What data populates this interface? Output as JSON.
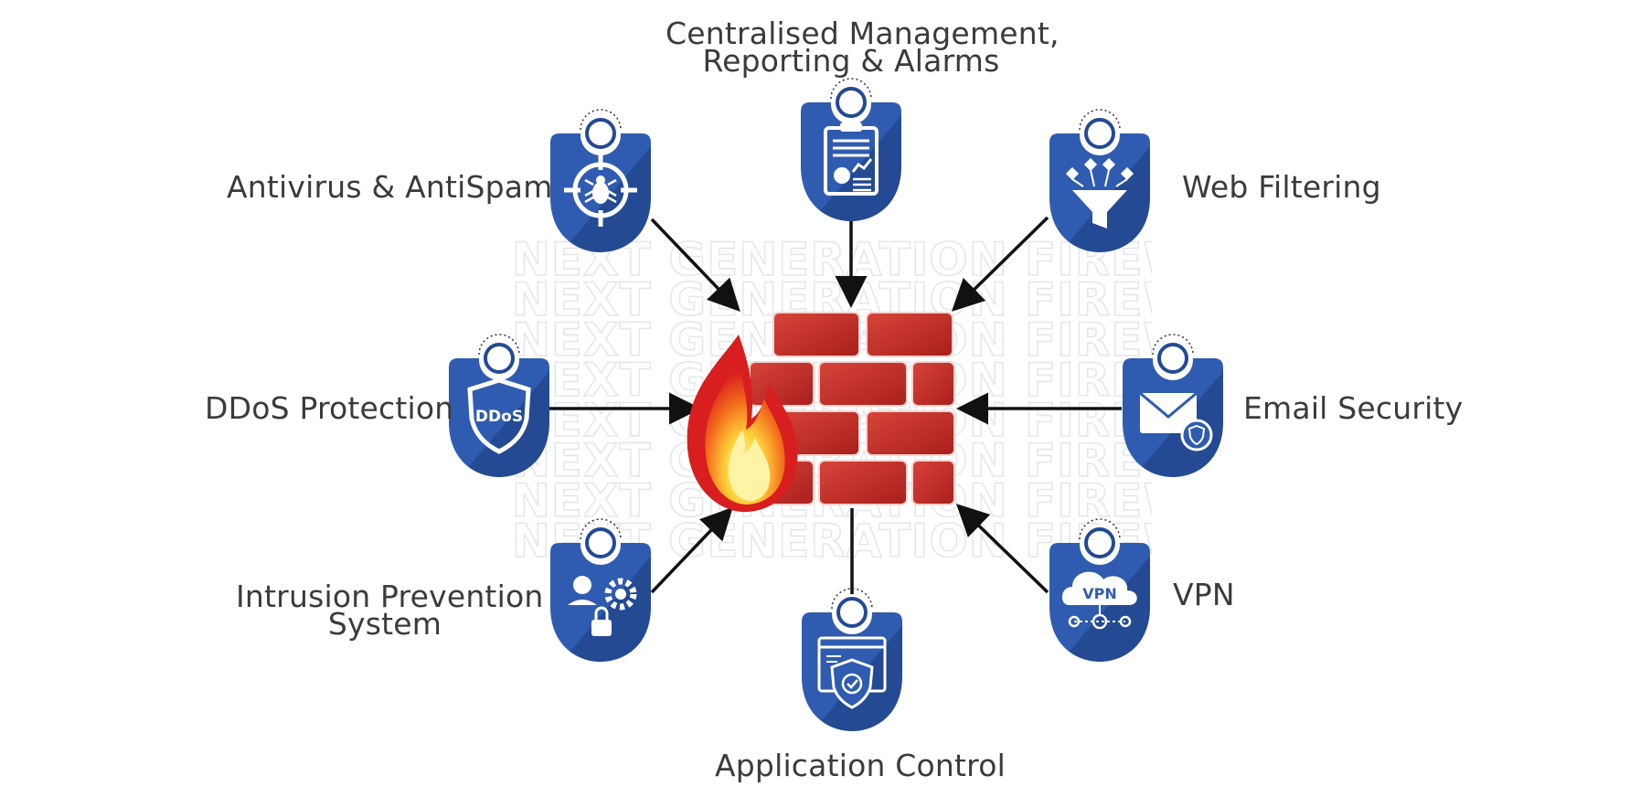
{
  "watermark": {
    "text": "NEXT GENERATION FIREWALL",
    "repeat": 8
  },
  "center": {
    "icon": "firewall-brick-wall-with-flame-icon"
  },
  "features": [
    {
      "id": "centralised-management",
      "label_lines": [
        "Centralised Management,",
        "Reporting & Alarms"
      ],
      "icon": "clipboard-report-icon"
    },
    {
      "id": "antivirus-antispam",
      "label_lines": [
        "Antivirus & AntiSpam"
      ],
      "icon": "bug-target-icon"
    },
    {
      "id": "web-filtering",
      "label_lines": [
        "Web Filtering"
      ],
      "icon": "funnel-filter-icon"
    },
    {
      "id": "ddos-protection",
      "label_lines": [
        "DDoS Protection"
      ],
      "icon": "ddos-shield-icon",
      "icon_text": "DDoS"
    },
    {
      "id": "email-security",
      "label_lines": [
        "Email Security"
      ],
      "icon": "envelope-shield-icon"
    },
    {
      "id": "intrusion-prevention",
      "label_lines": [
        "Intrusion Prevention",
        "System"
      ],
      "icon": "hacker-gear-lock-icon"
    },
    {
      "id": "vpn",
      "label_lines": [
        "VPN"
      ],
      "icon": "vpn-cloud-icon",
      "icon_text": "VPN"
    },
    {
      "id": "application-control",
      "label_lines": [
        "Application Control"
      ],
      "icon": "app-window-shield-icon"
    }
  ],
  "colors": {
    "badge_blue": "#2f5cb0",
    "badge_blue_dark": "#244a94",
    "brick_red": "#c8302a",
    "flame_orange": "#f26a1b",
    "arrow": "#111111",
    "label": "#3b3b3b"
  }
}
